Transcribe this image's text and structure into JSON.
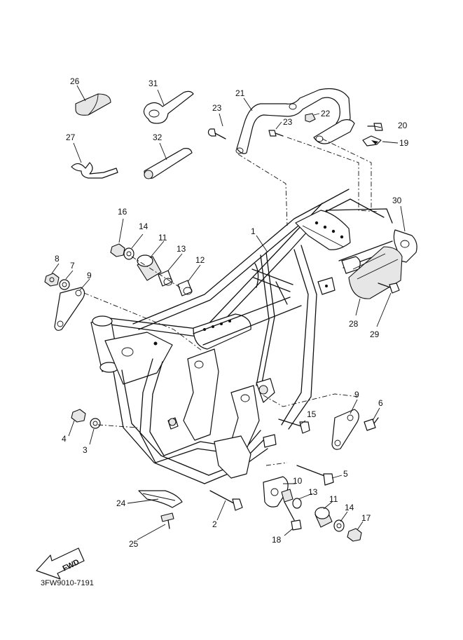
{
  "callouts": {
    "c1": "1",
    "c2": "2",
    "c3": "3",
    "c4": "4",
    "c5": "5",
    "c6": "6",
    "c7": "7",
    "c8": "8",
    "c9a": "9",
    "c9b": "9",
    "c10": "10",
    "c11a": "11",
    "c11b": "11",
    "c12": "12",
    "c13a": "13",
    "c13b": "13",
    "c14a": "14",
    "c14b": "14",
    "c15": "15",
    "c16": "16",
    "c17": "17",
    "c18": "18",
    "c19": "19",
    "c20": "20",
    "c21": "21",
    "c22": "22",
    "c23a": "23",
    "c23b": "23",
    "c24": "24",
    "c25": "25",
    "c26": "26",
    "c27": "27",
    "c28": "28",
    "c29": "29",
    "c30": "30",
    "c31": "31",
    "c32": "32"
  },
  "fwd_label": "FWD",
  "drawing_code": "3FW9010-7191"
}
